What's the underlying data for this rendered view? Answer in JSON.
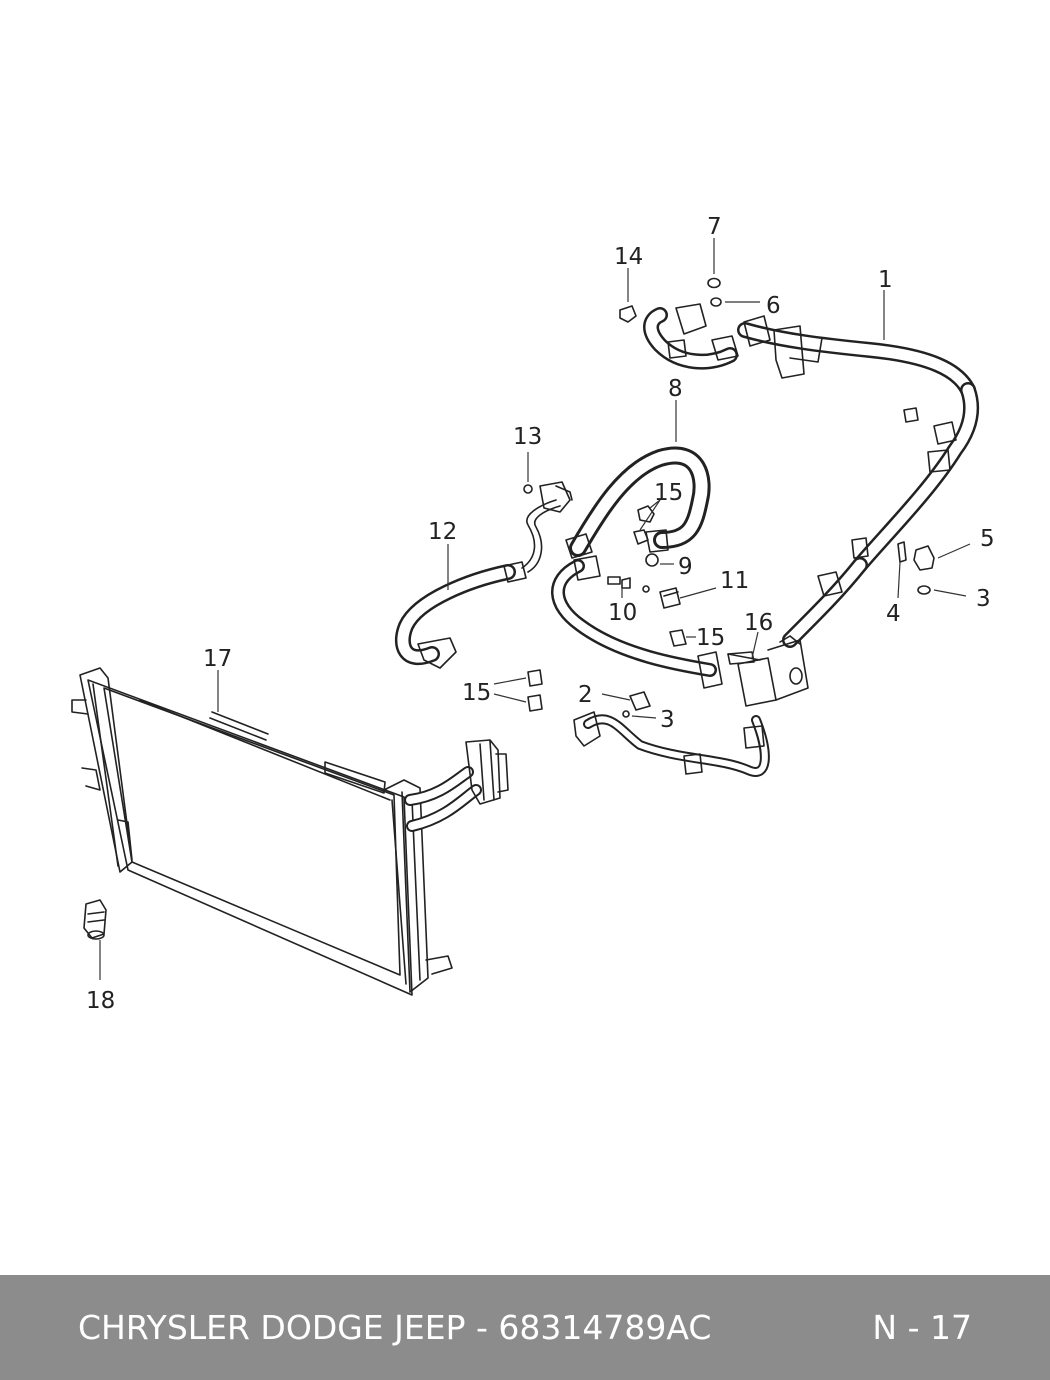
{
  "callouts": [
    "1",
    "2",
    "3",
    "3",
    "4",
    "5",
    "6",
    "7",
    "8",
    "9",
    "10",
    "11",
    "12",
    "13",
    "14",
    "15",
    "15",
    "15",
    "16",
    "17",
    "18"
  ],
  "footer": {
    "brand_part": "CHRYSLER DODGE JEEP - 68314789AC",
    "page_code": "N - 17"
  },
  "colors": {
    "footer_bg": "#8c8c8c",
    "footer_text": "#ffffff",
    "line": "#222222"
  }
}
